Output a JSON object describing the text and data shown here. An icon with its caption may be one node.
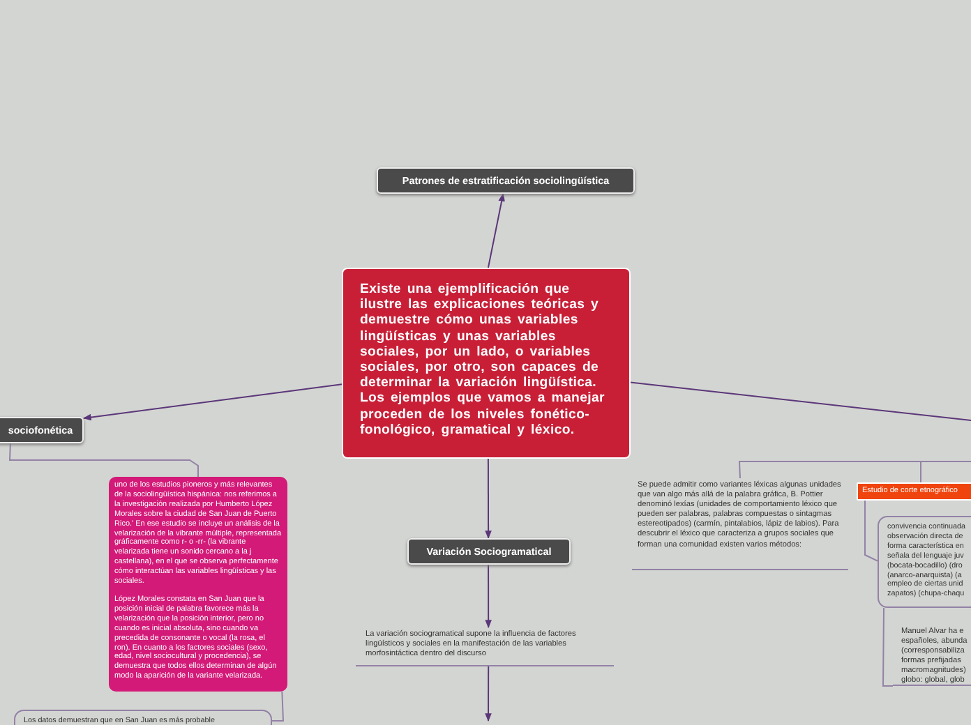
{
  "diagram": {
    "nodes": [
      {
        "text": [
          "Existe una ejemplificación que ilustre las explicaciones teóricas y demuestre cómo unas variables lingüísticas y unas variables sociales, por un lado, o variables sociales, por otro, son capaces de determinar la variación lingüística. Los ejemplos que vamos a manejar proceden de los niveles fonético-fonológico, gramatical y léxico."
        ]
      },
      {
        "text": [
          "Patrones de estratificación sociolingüística"
        ]
      },
      {
        "text": [
          "sociofonética"
        ]
      },
      {
        "text": [
          "uno de los estudios pioneros y más relevantes de la sociolingüística hispánica: nos referimos a la investigación realizada por Humberto López Morales sobre la ciudad de San Juan de Puerto Rico.' En ese estudio se incluye un análisis de la velarización de la vibrante múltiple, representada gráficamente como r- o -rr- (la vibrante velarizada tiene un sonido cercano a la j castellana), en el que se observa perfectamente cómo interactúan las variables lingüísticas y las sociales.",
          "López Morales constata en San Juan que la posición inicial de palabra favorece más la velarización que la posición interior, pero no cuando es inicial absoluta, sino cuando va precedida de consonante o vocal (la rosa, el ron). En cuanto a los factores sociales (sexo, edad, nivel sociocultural y procedencia), se demuestra que todos ellos determinan de algún modo la aparición de la variante velarizada."
        ]
      },
      {
        "text": [
          "Los datos demuestran que en San Juan es más probable"
        ]
      },
      {
        "text": [
          "Variación Sociogramatical"
        ]
      },
      {
        "text": [
          "La variación sociogramatical  supone la influencia de factores lingüísticos y sociales en la manifestación de las variables morfosintáctica dentro del discurso"
        ]
      },
      {
        "text": [
          "Se puede admitir como variantes léxicas algunas unidades que van algo más allá de la palabra gráfica, B. Pottier denominó lexías (unidades de comportamiento léxico que pueden ser palabras, palabras compuestas o sintagmas estereotipados) (carmín, pintalabios, lápiz de labios). Para descubrir el léxico que caracteriza a grupos sociales que forman una comunidad existen varios métodos:"
        ]
      },
      {
        "text": [
          "Estudio de corte etnográfico"
        ]
      },
      {
        "text": [
          "convivencia continuada observación directa de forma característica en señala del lenguaje juv (bocata-bocadillo) (dro (anarco-anarquista) (a empleo de ciertas unid zapatos) (chupa-chaqu"
        ]
      },
      {
        "text": [
          "Manuel Alvar ha e españoles, abunda (corresponsabiliza formas prefijadas macromagnitudes) globo: global, glob"
        ]
      }
    ],
    "edges": [
      {
        "from": 0,
        "to": 1,
        "arrow": "to"
      },
      {
        "from": 0,
        "to": 2,
        "arrow": "to"
      },
      {
        "from": 0,
        "to": null,
        "arrow": "none"
      },
      {
        "from": 0,
        "to": 5,
        "arrow": "to"
      },
      {
        "from": 2,
        "to": 3,
        "arrow": "none",
        "color": "#9382a6"
      },
      {
        "from": 3,
        "to": 4,
        "arrow": "none",
        "color": "#9382a6"
      },
      {
        "from": 5,
        "to": 6,
        "arrow": "to"
      },
      {
        "from": 6,
        "to": null,
        "arrow": "to"
      },
      {
        "from": null,
        "to": 7,
        "arrow": "none",
        "color": "#9382a6"
      },
      {
        "from": null,
        "to": 8,
        "arrow": "none",
        "color": "#9382a6"
      },
      {
        "from": 8,
        "to": 9,
        "arrow": "none",
        "color": "#9382a6"
      },
      {
        "from": 9,
        "to": 10,
        "arrow": "none",
        "color": "#9382a6"
      }
    ]
  }
}
